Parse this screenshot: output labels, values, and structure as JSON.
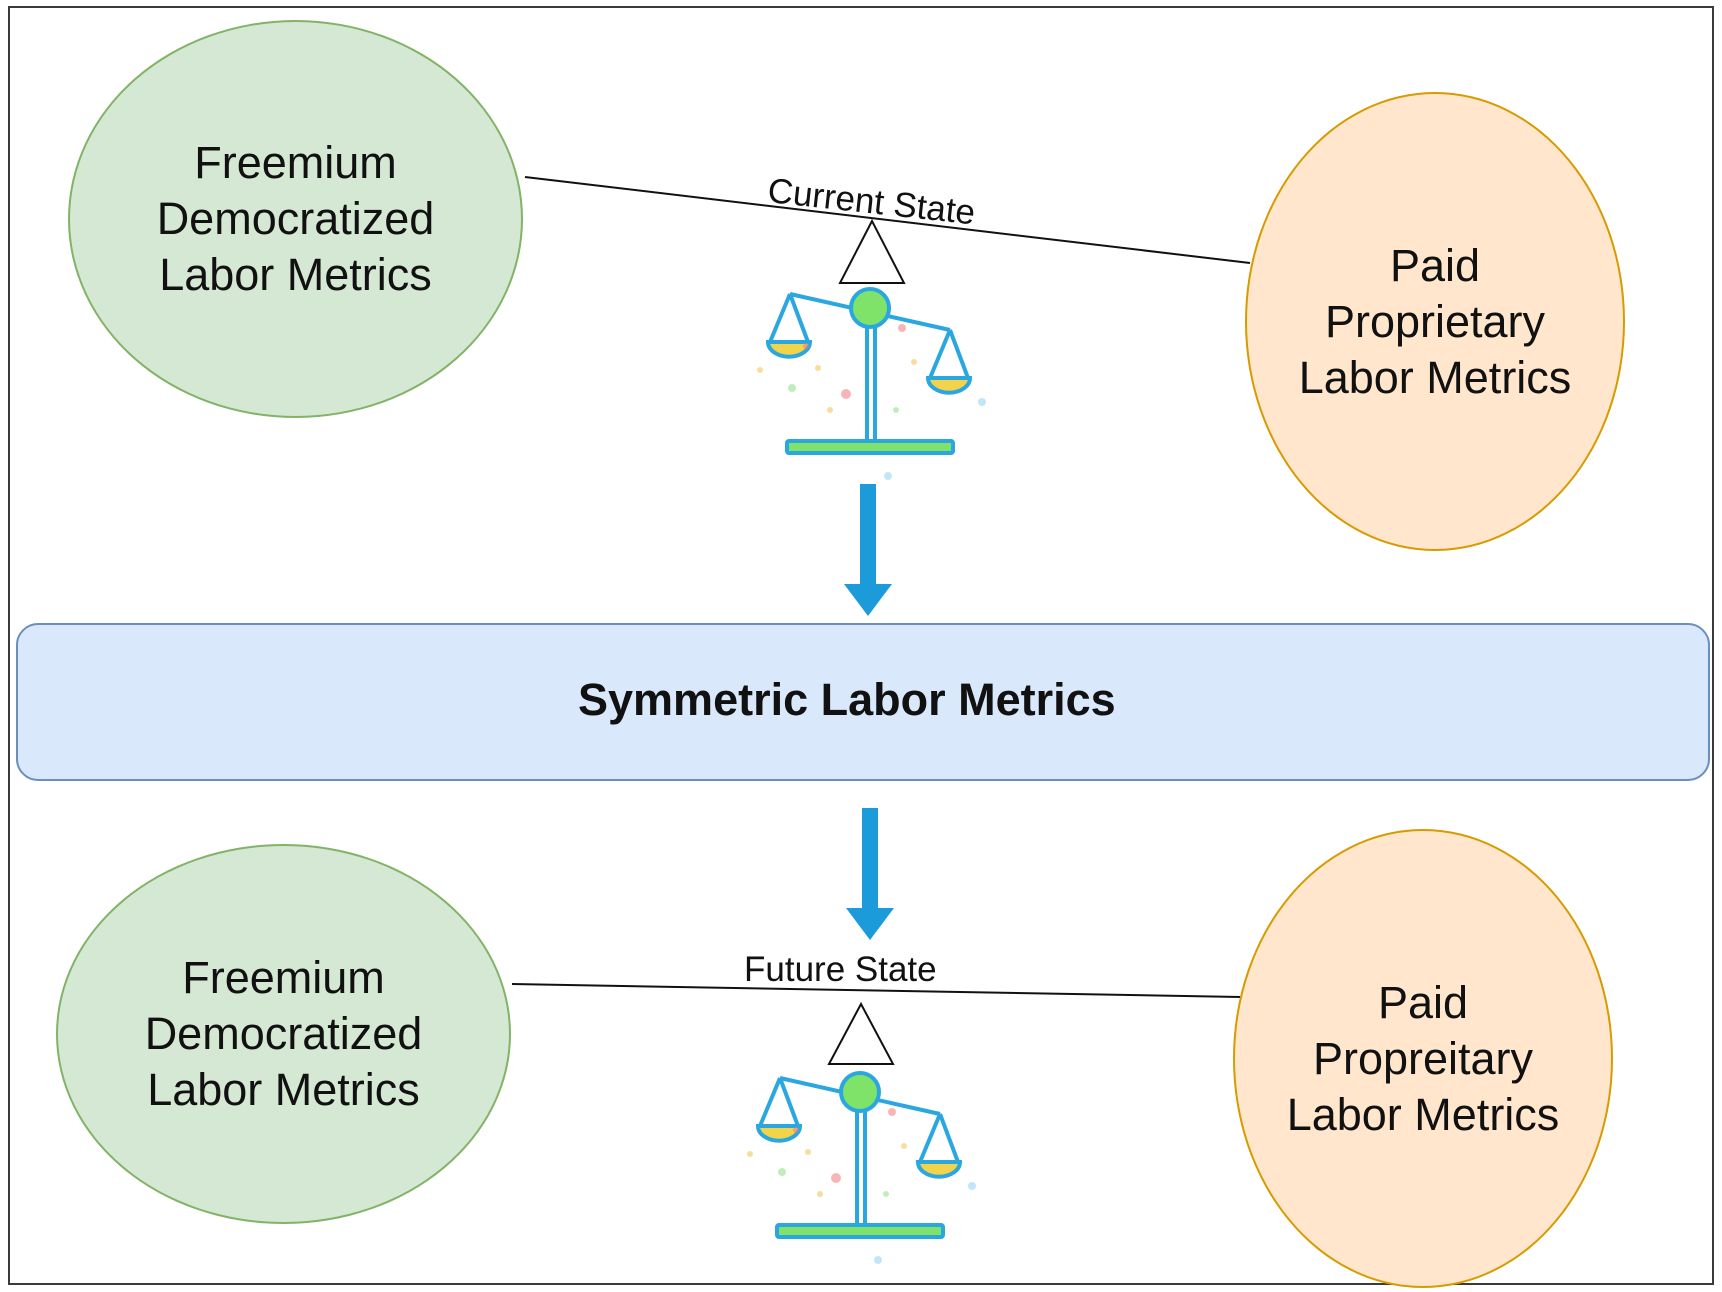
{
  "current": {
    "left_ellipse": {
      "lines": [
        "Freemium",
        "Democratized",
        "Labor Metrics"
      ]
    },
    "right_ellipse": {
      "lines": [
        "Paid",
        "Proprietary",
        "Labor Metrics"
      ]
    },
    "label": "Current State"
  },
  "center": {
    "title": "Symmetric Labor Metrics"
  },
  "future": {
    "left_ellipse": {
      "lines": [
        "Freemium",
        "Democratized",
        "Labor Metrics"
      ]
    },
    "right_ellipse": {
      "lines": [
        "Paid",
        "Propreitary",
        "Labor Metrics"
      ]
    },
    "label": "Future State"
  },
  "colors": {
    "green_fill": "#d5e8d4",
    "green_stroke": "#82b366",
    "orange_fill": "#ffe6cc",
    "orange_stroke": "#d79b00",
    "banner_fill": "#dae8fc",
    "banner_stroke": "#6c8ebf",
    "arrow": "#1b9bd9",
    "scale_stroke": "#2aa7e0",
    "scale_pivot": "#7fe36a",
    "scale_pan_fill": "#f3d34a",
    "r_logo": "#2a62b2"
  },
  "icons": [
    "balance-scale-icon",
    "down-arrow-icon",
    "fulcrum-triangle-icon",
    "r-logo-icon"
  ]
}
